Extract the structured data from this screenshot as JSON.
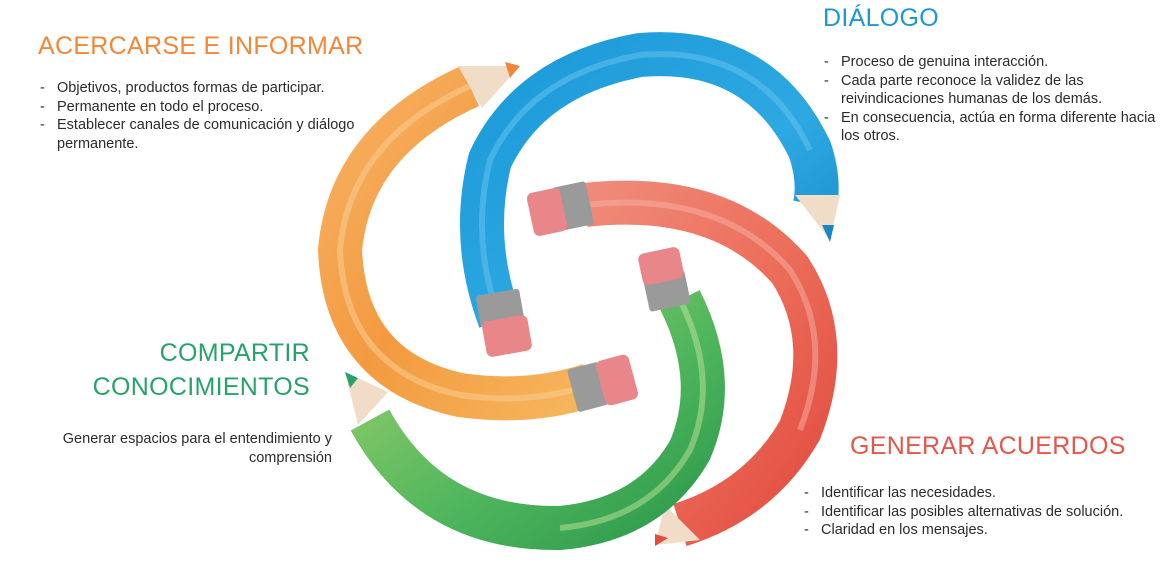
{
  "sections": {
    "acercarse": {
      "title": "ACERCARSE E INFORMAR",
      "items": [
        "Objetivos, productos formas de participar.",
        "Permanente en todo el proceso.",
        "Establecer canales de comunicación y diálogo permanente."
      ]
    },
    "dialogo": {
      "title": "DIÁLOGO",
      "items": [
        "Proceso de genuina interacción.",
        "Cada parte reconoce la validez de las reivindicaciones humanas de los demás.",
        "En consecuencia, actúa en forma diferente hacia los otros."
      ]
    },
    "compartir": {
      "title_line1": "COMPARTIR",
      "title_line2": "CONOCIMIENTOS",
      "text": "Generar espacios para el entendimiento y comprensión"
    },
    "generar": {
      "title": "GENERAR ACUERDOS",
      "items": [
        "Identificar las necesidades.",
        "Identificar las posibles alternativas de solución.",
        "Claridad en los mensajes."
      ]
    }
  },
  "colors": {
    "orange": "#f0883a",
    "blue": "#1a98d5",
    "green": "#27a36a",
    "red": "#e4574b",
    "eraser": "#e8868a",
    "wood": "#f1dcc7",
    "ferrule": "#9a9a9a"
  },
  "icons": [
    "orange-pencil",
    "blue-pencil",
    "red-pencil",
    "green-pencil"
  ]
}
